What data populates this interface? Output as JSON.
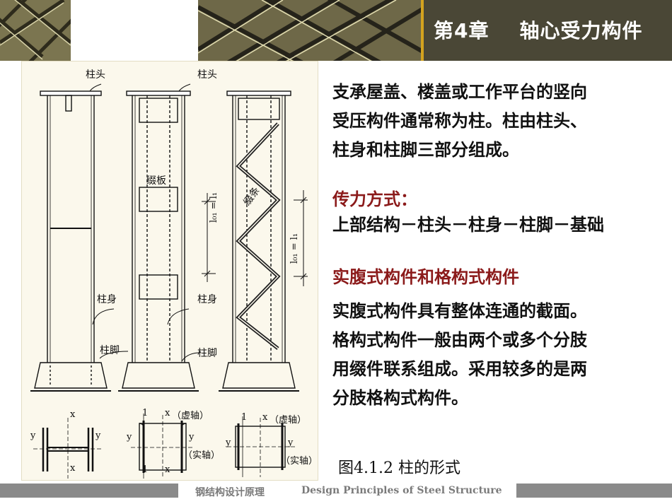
{
  "header": {
    "chapter_title": "第4章    轴心受力构件",
    "colors": {
      "title_bg": "#4a4736",
      "accent": "#d4a31f"
    }
  },
  "figure": {
    "labels": {
      "zhutou_1": "柱头",
      "zhutou_2": "柱头",
      "zhuishen_1": "柱身",
      "zhuishen_2": "柱身",
      "zhujiao_1": "柱脚",
      "zhujiao_2": "柱脚",
      "zhuiban": "缀板",
      "zhuitiao": "缀条",
      "l_left": "l₀₁ = l₁",
      "l_right": "l₀₁ = l₁",
      "sec1_x_top": "x",
      "sec1_x_bot": "x",
      "sec1_y_left": "y",
      "sec1_y_right": "y",
      "sec2_1_top": "1",
      "sec2_x_top": "x",
      "sec2_xu": "（虚轴）",
      "sec2_y_left": "y",
      "sec2_y_right": "y",
      "sec2_shi": "（实轴）",
      "sec2_1_bot": "1",
      "sec2_x_bot": "x",
      "sec3_1_top": "1",
      "sec3_x_top": "x",
      "sec3_xu": "（虚轴）",
      "sec3_y_left": "y",
      "sec3_y_right": "y",
      "sec3_shi": "（实轴）"
    },
    "caption": "图4.1.2  柱的形式"
  },
  "content": {
    "intro": [
      "支承屋盖、楼盖或工作平台的竖向",
      "受压构件通常称为柱。柱由柱头、",
      "柱身和柱脚三部分组成。"
    ],
    "transfer_heading": "传力方式：",
    "transfer_path": "上部结构－柱头－柱身－柱脚－基础",
    "types_heading": "实腹式构件和格构式构件",
    "types_lines": [
      "实腹式构件具有整体连通的截面。",
      "格构式构件一般由两个或多个分肢",
      "用缀件联系组成。采用较多的是两",
      "分肢格构式构件。"
    ]
  },
  "footer": {
    "cn": "钢结构设计原理",
    "en": "Design Principles of Steel Structure"
  }
}
